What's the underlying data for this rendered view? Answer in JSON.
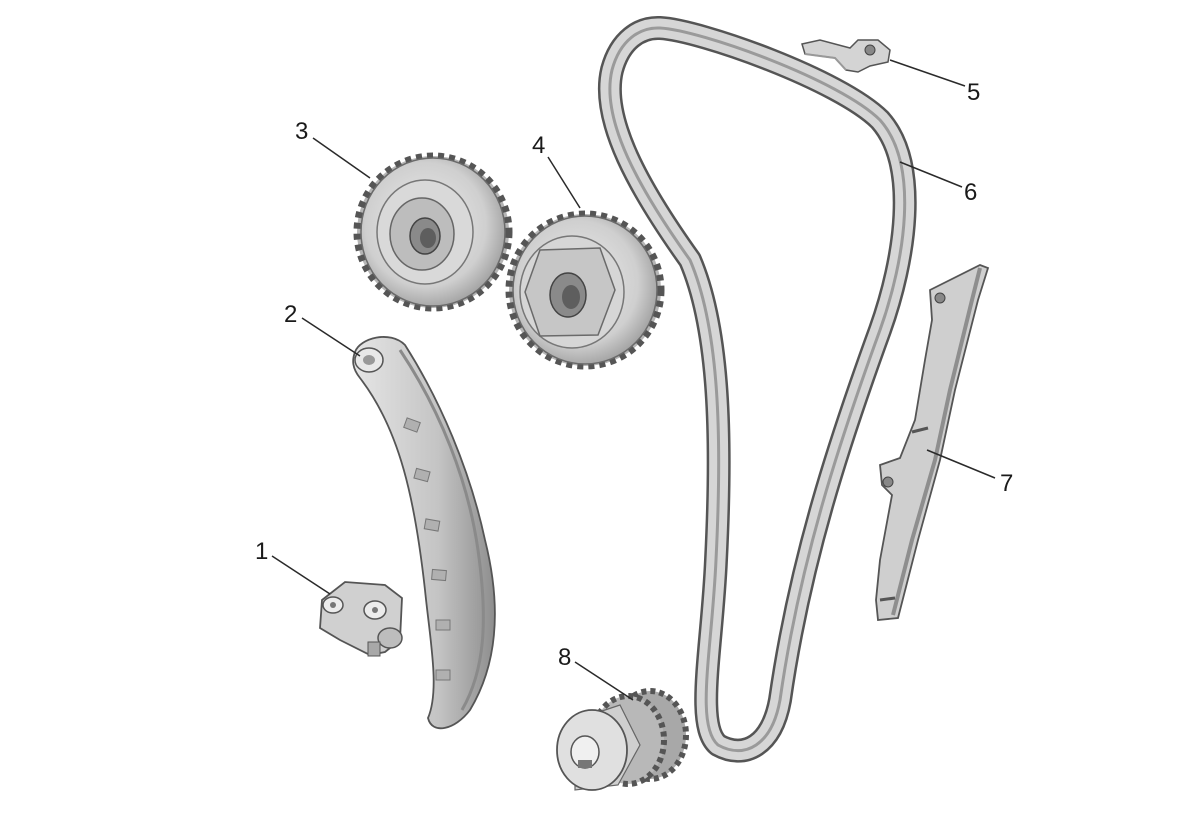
{
  "callouts": [
    {
      "num": "1",
      "part": "tensioner"
    },
    {
      "num": "2",
      "part": "tensioner-rail"
    },
    {
      "num": "3",
      "part": "intake-camshaft-sprocket"
    },
    {
      "num": "4",
      "part": "exhaust-camshaft-sprocket"
    },
    {
      "num": "5",
      "part": "upper-chain-guide"
    },
    {
      "num": "6",
      "part": "timing-chain"
    },
    {
      "num": "7",
      "part": "fixed-chain-guide"
    },
    {
      "num": "8",
      "part": "crankshaft-sprocket"
    }
  ],
  "colors": {
    "part_fill": "#c9c9c9",
    "part_light": "#e4e4e4",
    "part_shadow": "#8f8f8f",
    "outline": "#4a4a4a",
    "leader": "#2a2a2a"
  }
}
